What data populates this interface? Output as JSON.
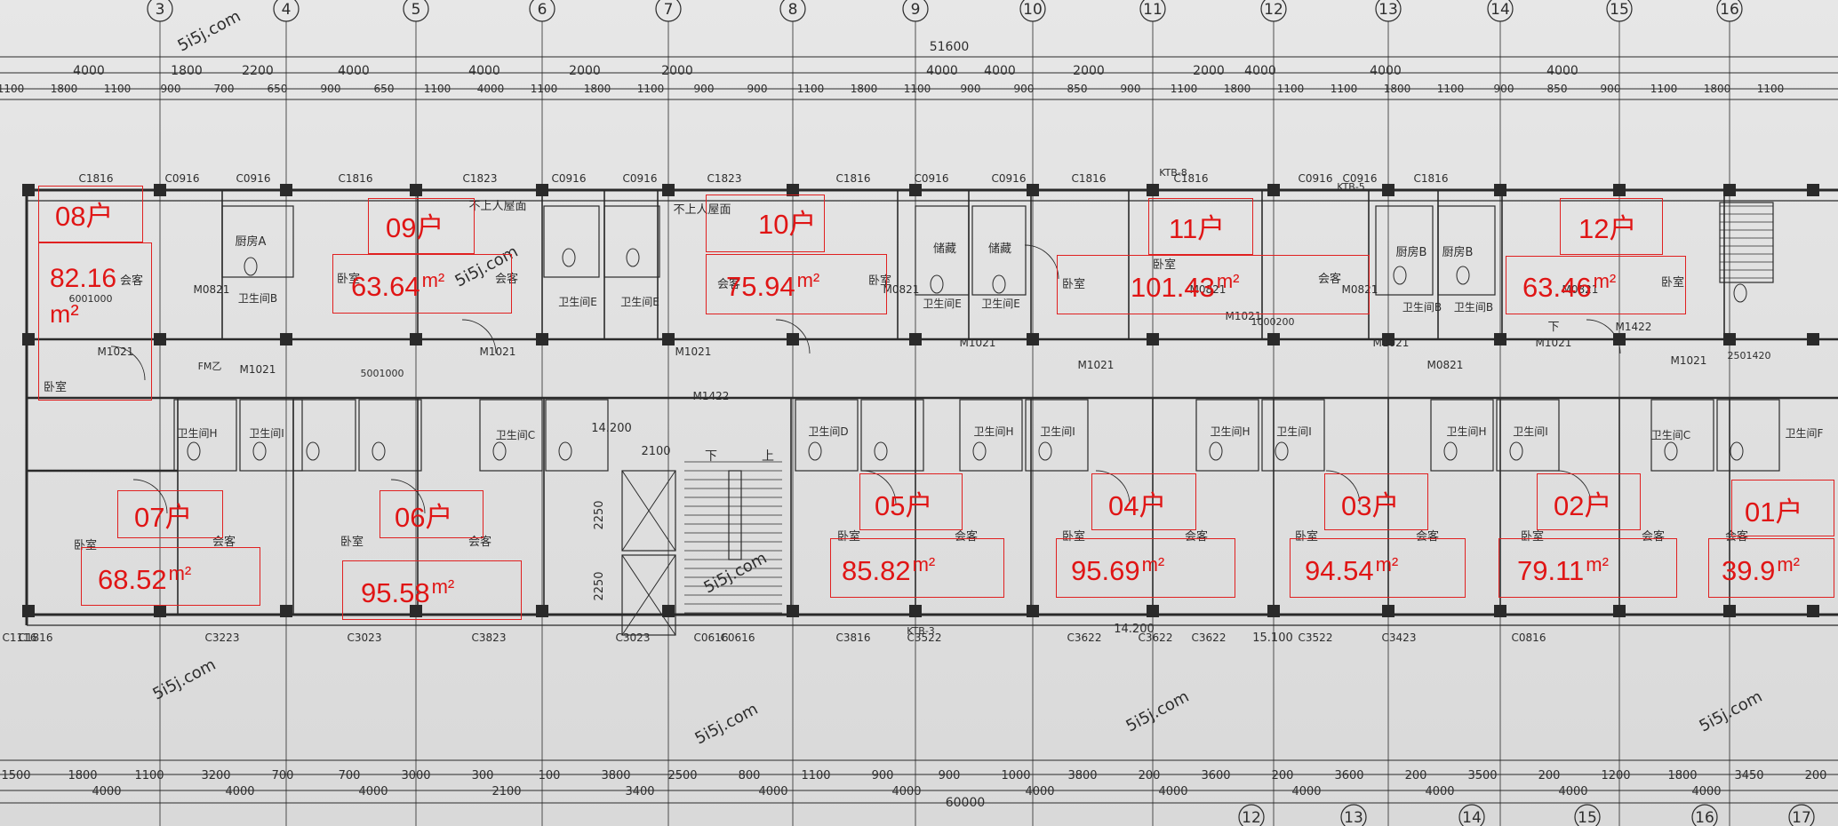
{
  "colors": {
    "paper": "#e3e3e3",
    "line": "#2a2a2a",
    "annotation": "#e01515"
  },
  "units": [
    {
      "id": "08户",
      "area": "82.16",
      "unit": "m²",
      "room": "卧室"
    },
    {
      "id": "09户",
      "area": "63.64",
      "unit": "m²"
    },
    {
      "id": "10户",
      "area": "75.94",
      "unit": "m²"
    },
    {
      "id": "11户",
      "area": "101.43",
      "unit": "m²"
    },
    {
      "id": "12户",
      "area": "63.46",
      "unit": "m²"
    },
    {
      "id": "07户",
      "area": "68.52",
      "unit": "m²"
    },
    {
      "id": "06户",
      "area": "95.58",
      "unit": "m²"
    },
    {
      "id": "05户",
      "area": "85.82",
      "unit": "m²"
    },
    {
      "id": "04户",
      "area": "95.69",
      "unit": "m²"
    },
    {
      "id": "03户",
      "area": "94.54",
      "unit": "m²"
    },
    {
      "id": "02户",
      "area": "79.11",
      "unit": "m²"
    },
    {
      "id": "01户",
      "area": "39.9",
      "unit": "m²"
    }
  ],
  "grid_axes": [
    "3",
    "4",
    "5",
    "6",
    "7",
    "8",
    "9",
    "10",
    "11",
    "12",
    "13",
    "14",
    "15",
    "16"
  ],
  "bottom_axes": [
    "12",
    "13",
    "14",
    "15",
    "16",
    "17"
  ],
  "top_dims": {
    "overall": "51600",
    "row1": [
      "4000",
      "1800",
      "2200",
      "4000",
      "4000",
      "2000",
      "2000",
      "4000",
      "4000",
      "2000",
      "2000",
      "4000",
      "4000",
      "4000"
    ],
    "row2": [
      "1100",
      "1800",
      "1100",
      "900",
      "700",
      "650",
      "900",
      "650",
      "1100",
      "4000",
      "1100",
      "1800",
      "1100",
      "900",
      "900",
      "1100",
      "1800",
      "1100",
      "900",
      "900",
      "850",
      "900",
      "1100",
      "1800",
      "1100",
      "1100",
      "1800",
      "1100",
      "900",
      "850",
      "900",
      "1100",
      "1800",
      "1100"
    ]
  },
  "bottom_dims": {
    "overall": "60000",
    "row1": [
      "1500",
      "1800",
      "1100",
      "3200",
      "700",
      "700",
      "3000",
      "300",
      "100",
      "3800",
      "2500",
      "800",
      "1100",
      "900",
      "900",
      "1000",
      "3800",
      "200",
      "3600",
      "200",
      "3600",
      "200",
      "3500",
      "200",
      "1200",
      "1800",
      "3450",
      "200"
    ],
    "row2": [
      "4000",
      "4000",
      "4000",
      "2100",
      "3400",
      "4000",
      "4000",
      "4000",
      "4000",
      "4000",
      "4000",
      "4000",
      "4000"
    ]
  },
  "elevations": [
    "14.200",
    "14.200",
    "15.100"
  ],
  "windows": [
    "C1816",
    "C0916",
    "C0916",
    "C1816",
    "C1823",
    "C0916",
    "C0916",
    "C1823",
    "C1816",
    "C0916",
    "C0916",
    "C1816",
    "C1816",
    "C0916",
    "C0916",
    "C1816",
    "C1116",
    "C3223",
    "C1816",
    "C3023",
    "C3823",
    "C3023",
    "C0616",
    "C0616",
    "C3816",
    "C3522",
    "C3622",
    "C3622",
    "C3622",
    "C3522",
    "C3423",
    "C0816"
  ],
  "doors": [
    "M0821",
    "M1021",
    "M1021",
    "M1021",
    "M1021",
    "M0821",
    "M1021",
    "M1021",
    "M0821",
    "M1021",
    "M0821",
    "M1021",
    "M0821",
    "M1021",
    "M0821",
    "M1021",
    "M1422",
    "M1422"
  ],
  "roof_notes": [
    "不上人屋面",
    "不上人屋面"
  ],
  "rooms": {
    "bedroom": "卧室",
    "living": "会客",
    "kitchen_a": "厨房A",
    "kitchen_b": "厨房B",
    "storage": "储藏",
    "bath_b": "卫生间B",
    "bath_e": "卫生间E",
    "bath_f": "卫生间F",
    "bath_h": "卫生间H",
    "bath_i": "卫生间I",
    "bath_c": "卫生间C",
    "bath_d": "卫生间D"
  },
  "stair_labels": [
    "下",
    "上",
    "下"
  ],
  "stair_dims": [
    "2250",
    "2250",
    "2100"
  ],
  "misc_marks": [
    "KTB-8",
    "KTB-3",
    "KTB-5",
    "FM乙",
    "2501420",
    "5001000",
    "6001000",
    "1000200"
  ],
  "watermarks": [
    "5i5j.com",
    "5i5j.com",
    "5i5j.com",
    "5i5j.com",
    "5i5j.com",
    "5i5j.com",
    "5i5j.com"
  ]
}
